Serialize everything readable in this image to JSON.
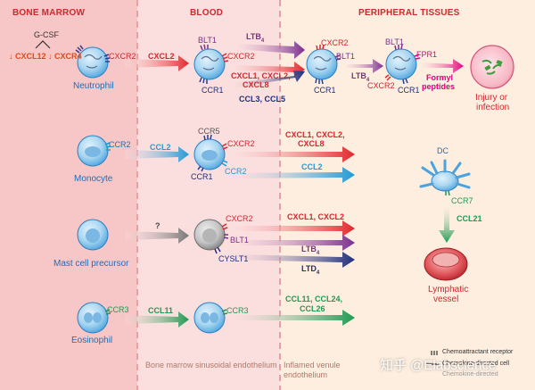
{
  "columns": {
    "bone_marrow": "BONE MARROW",
    "blood": "BLOOD",
    "peripheral": "PERIPHERAL TISSUES"
  },
  "neutrophil": {
    "gcsf": "G-CSF",
    "cxcl12": "↓ CXCL12",
    "cxcr4": "↓ CXCR4",
    "cxcr2_bm": "CXCR2",
    "name": "Neutrophil",
    "cxcl2_arrow": "CXCL2",
    "blt1_blood": "BLT1",
    "cxcr2_blood": "CXCR2",
    "ccr1_blood": "CCR1",
    "ltb4_top": "LTB",
    "ltb4_top_sub": "4",
    "cxcl_mix_1": "CXCL1, CXCL2,",
    "cxcl_mix_2": "CXCL8",
    "ccl3_ccl5": "CCL3, CCL5",
    "cxcr2_tissue": "CXCR2",
    "blt1_tissue": "BLT1",
    "ccr1_tissue": "CCR1",
    "ltb4_mid": "LTB",
    "ltb4_mid_sub": "4",
    "blt1_tissue2": "BLT1",
    "fpr1": "FPR1",
    "cxcr2_tissue2": "CXCR2",
    "ccr1_tissue2": "CCR1",
    "formyl_1": "Formyl",
    "formyl_2": "peptides",
    "injury_1": "Injury or",
    "injury_2": "infection"
  },
  "monocyte": {
    "ccr2_bm": "CCR2",
    "name": "Monocyte",
    "ccl2_arrow": "CCL2",
    "ccr5": "CCR5",
    "cxcr2": "CXCR2",
    "ccr1": "CCR1",
    "ccr2_blood": "CCR2",
    "cxcl_1": "CXCL1, CXCL2,",
    "cxcl_2": "CXCL8",
    "ccl2_tissue": "CCL2"
  },
  "dc": {
    "name": "DC",
    "ccr7": "CCR7",
    "ccl21": "CCL21",
    "lymph_1": "Lymphatic",
    "lymph_2": "vessel"
  },
  "mast": {
    "question": "?",
    "cxcr2": "CXCR2",
    "blt1": "BLT1",
    "cyslt1": "CYSLT1",
    "name": "Mast cell precursor",
    "cxcl_mix": "CXCL1, CXCL2",
    "ltb4": "LTB",
    "ltb4_sub": "4",
    "ltd4": "LTD",
    "ltd4_sub": "4"
  },
  "eos": {
    "ccr3_bm": "CCR3",
    "name": "Eosinophil",
    "ccl11": "CCL11",
    "ccr3_blood": "CCR3",
    "tissue_1": "CCL11, CCL24,",
    "tissue_2": "CCL26"
  },
  "captions": {
    "bm_endo": "Bone marrow sinusoidal endothelium",
    "inflamed_endo": "Inflamed venule endothelium"
  },
  "legend": {
    "chemoattractant": "Chemoattractant receptor",
    "chemokine_directed": "Chemokine-directed cell",
    "partial": "Chemokine-directed"
  },
  "watermark": "知乎 @Elabscience",
  "colors": {
    "bone_marrow_bg": "#f7c6c6",
    "blood_bg": "#fbdede",
    "tissue_bg": "#fdeede",
    "header_red": "#d3272e",
    "cell_blue": "#4aa3de",
    "cell_gray": "#8a8a8a",
    "arrow_red": "#e2262b",
    "arrow_purple": "#7b2f8e",
    "arrow_navy": "#1f2f7a",
    "arrow_cyan": "#1f9ad6",
    "arrow_green": "#1d9a52",
    "arrow_pink": "#e6007e"
  }
}
